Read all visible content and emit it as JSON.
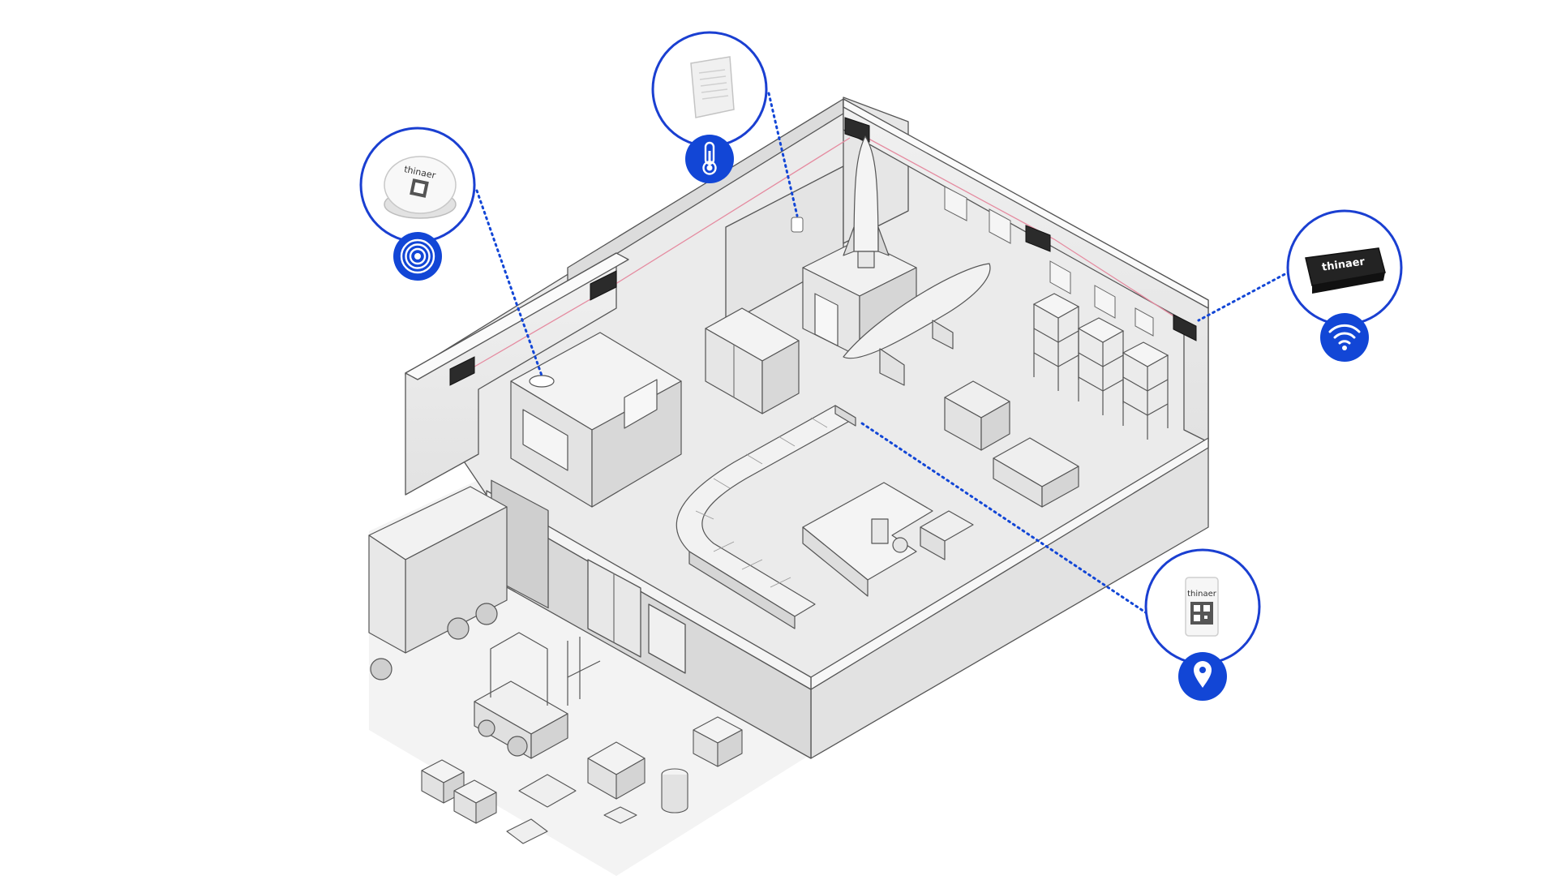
{
  "brand": {
    "blue": "#1246d6",
    "device_stroke": "#1a3fd1"
  },
  "callouts": [
    {
      "id": "beacon",
      "icon": "broadcast-icon",
      "label": "thinaer"
    },
    {
      "id": "temp-sensor",
      "icon": "thermometer-icon",
      "label": ""
    },
    {
      "id": "gateway",
      "icon": "wifi-icon",
      "label": "thinaer"
    },
    {
      "id": "asset-tag",
      "icon": "location-pin-icon",
      "label": "thinaer"
    }
  ]
}
